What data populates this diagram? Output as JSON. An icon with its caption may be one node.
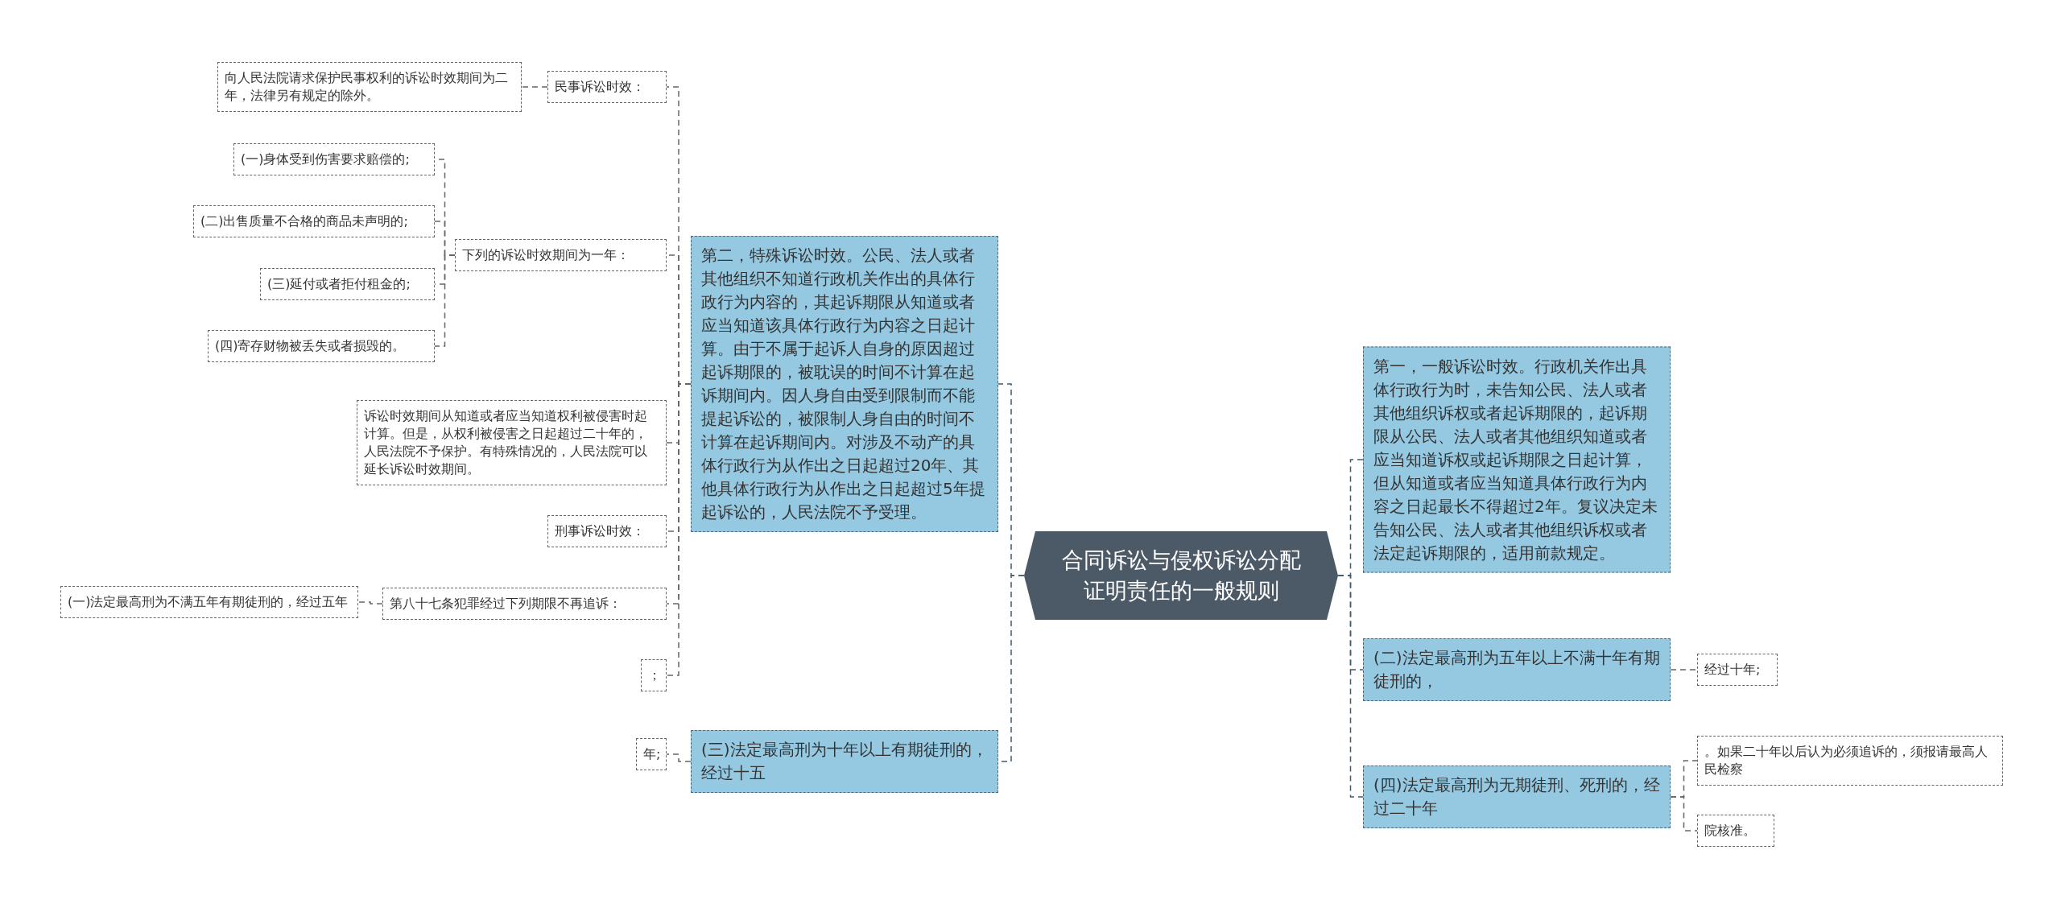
{
  "diagram": {
    "nodes": [
      {
        "text": [
          "合同诉讼与侵权诉讼分配证明责任的一般规则"
        ]
      },
      {
        "text": [
          "第二，特殊诉讼时效。公民、法人或者其他组织不知道行政机关作出的具体行政行为内容的，其起诉期限从知道或者应当知道该具体行政行为内容之日起计算。由于不属于起诉人自身的原因超过起诉期限的，被耽误的时间不计算在起诉期间内。因人身自由受到限制而不能提起诉讼的，被限制人身自由的时间不计算在起诉期间内。对涉及不动产的具体行政行为从作出之日起超过20年、其他具体行政行为从作出之日起超过5年提起诉讼的，人民法院不予受理。"
        ]
      },
      {
        "text": [
          "民事诉讼时效："
        ]
      },
      {
        "text": [
          "向人民法院请求保护民事权利的诉讼时效期间为二年，法律另有规定的除外。"
        ]
      },
      {
        "text": [
          "下列的诉讼时效期间为一年："
        ]
      },
      {
        "text": [
          "(一)身体受到伤害要求赔偿的;"
        ]
      },
      {
        "text": [
          "(二)出售质量不合格的商品未声明的;"
        ]
      },
      {
        "text": [
          "(三)延付或者拒付租金的;"
        ]
      },
      {
        "text": [
          "(四)寄存财物被丢失或者损毁的。"
        ]
      },
      {
        "text": [
          "诉讼时效期间从知道或者应当知道权利被侵害时起计算。但是，从权利被侵害之日起超过二十年的，人民法院不予保护。有特殊情况的，人民法院可以延长诉讼时效期间。"
        ]
      },
      {
        "text": [
          "刑事诉讼时效："
        ]
      },
      {
        "text": [
          "第八十七条犯罪经过下列期限不再追诉："
        ]
      },
      {
        "text": [
          "(一)法定最高刑为不满五年有期徒刑的，经过五年"
        ]
      },
      {
        "text": [
          "；"
        ]
      },
      {
        "text": [
          "(三)法定最高刑为十年以上有期徒刑的，经过十五"
        ]
      },
      {
        "text": [
          "年;"
        ]
      },
      {
        "text": [
          "第一，一般诉讼时效。行政机关作出具体行政行为时，未告知公民、法人或者其他组织诉权或者起诉期限的，起诉期限从公民、法人或者其他组织知道或者应当知道诉权或起诉期限之日起计算，但从知道或者应当知道具体行政行为内容之日起最长不得超过2年。复议决定未告知公民、法人或者其他组织诉权或者法定起诉期限的，适用前款规定。"
        ]
      },
      {
        "text": [
          "(二)法定最高刑为五年以上不满十年有期徒刑的，"
        ]
      },
      {
        "text": [
          "经过十年;"
        ]
      },
      {
        "text": [
          "(四)法定最高刑为无期徒刑、死刑的，经过二十年"
        ]
      },
      {
        "text": [
          "。如果二十年以后认为必须追诉的，须报请最高人民检察"
        ]
      },
      {
        "text": [
          "院核准。"
        ]
      }
    ],
    "edges": [
      {
        "from": 0,
        "to": 1,
        "arrow": "none",
        "style": "dashed",
        "color": "#3f5b70"
      },
      {
        "from": 0,
        "to": 14,
        "arrow": "none",
        "style": "dashed",
        "color": "#3f5b70"
      },
      {
        "from": 0,
        "to": 16,
        "arrow": "none",
        "style": "dashed",
        "color": "#3f5b70"
      },
      {
        "from": 0,
        "to": 17,
        "arrow": "none",
        "style": "dashed",
        "color": "#3f5b70"
      },
      {
        "from": 0,
        "to": 19,
        "arrow": "none",
        "style": "dashed",
        "color": "#3f5b70"
      },
      {
        "from": 1,
        "to": 2,
        "arrow": "none",
        "style": "dashed"
      },
      {
        "from": 2,
        "to": 3,
        "arrow": "none",
        "style": "dashed"
      },
      {
        "from": 1,
        "to": 4,
        "arrow": "none",
        "style": "dashed"
      },
      {
        "from": 4,
        "to": 5,
        "arrow": "none",
        "style": "dashed"
      },
      {
        "from": 4,
        "to": 6,
        "arrow": "none",
        "style": "dashed"
      },
      {
        "from": 4,
        "to": 7,
        "arrow": "none",
        "style": "dashed"
      },
      {
        "from": 4,
        "to": 8,
        "arrow": "none",
        "style": "dashed"
      },
      {
        "from": 1,
        "to": 9,
        "arrow": "none",
        "style": "dashed"
      },
      {
        "from": 1,
        "to": 10,
        "arrow": "none",
        "style": "dashed"
      },
      {
        "from": 1,
        "to": 11,
        "arrow": "none",
        "style": "dashed"
      },
      {
        "from": 11,
        "to": 12,
        "arrow": "none",
        "style": "dashed"
      },
      {
        "from": 1,
        "to": 13,
        "arrow": "none",
        "style": "dashed"
      },
      {
        "from": 14,
        "to": 15,
        "arrow": "none",
        "style": "dashed"
      },
      {
        "from": 17,
        "to": 18,
        "arrow": "none",
        "style": "dashed"
      },
      {
        "from": 19,
        "to": 20,
        "arrow": "none",
        "style": "dashed"
      },
      {
        "from": 19,
        "to": 21,
        "arrow": "none",
        "style": "dashed"
      }
    ]
  }
}
